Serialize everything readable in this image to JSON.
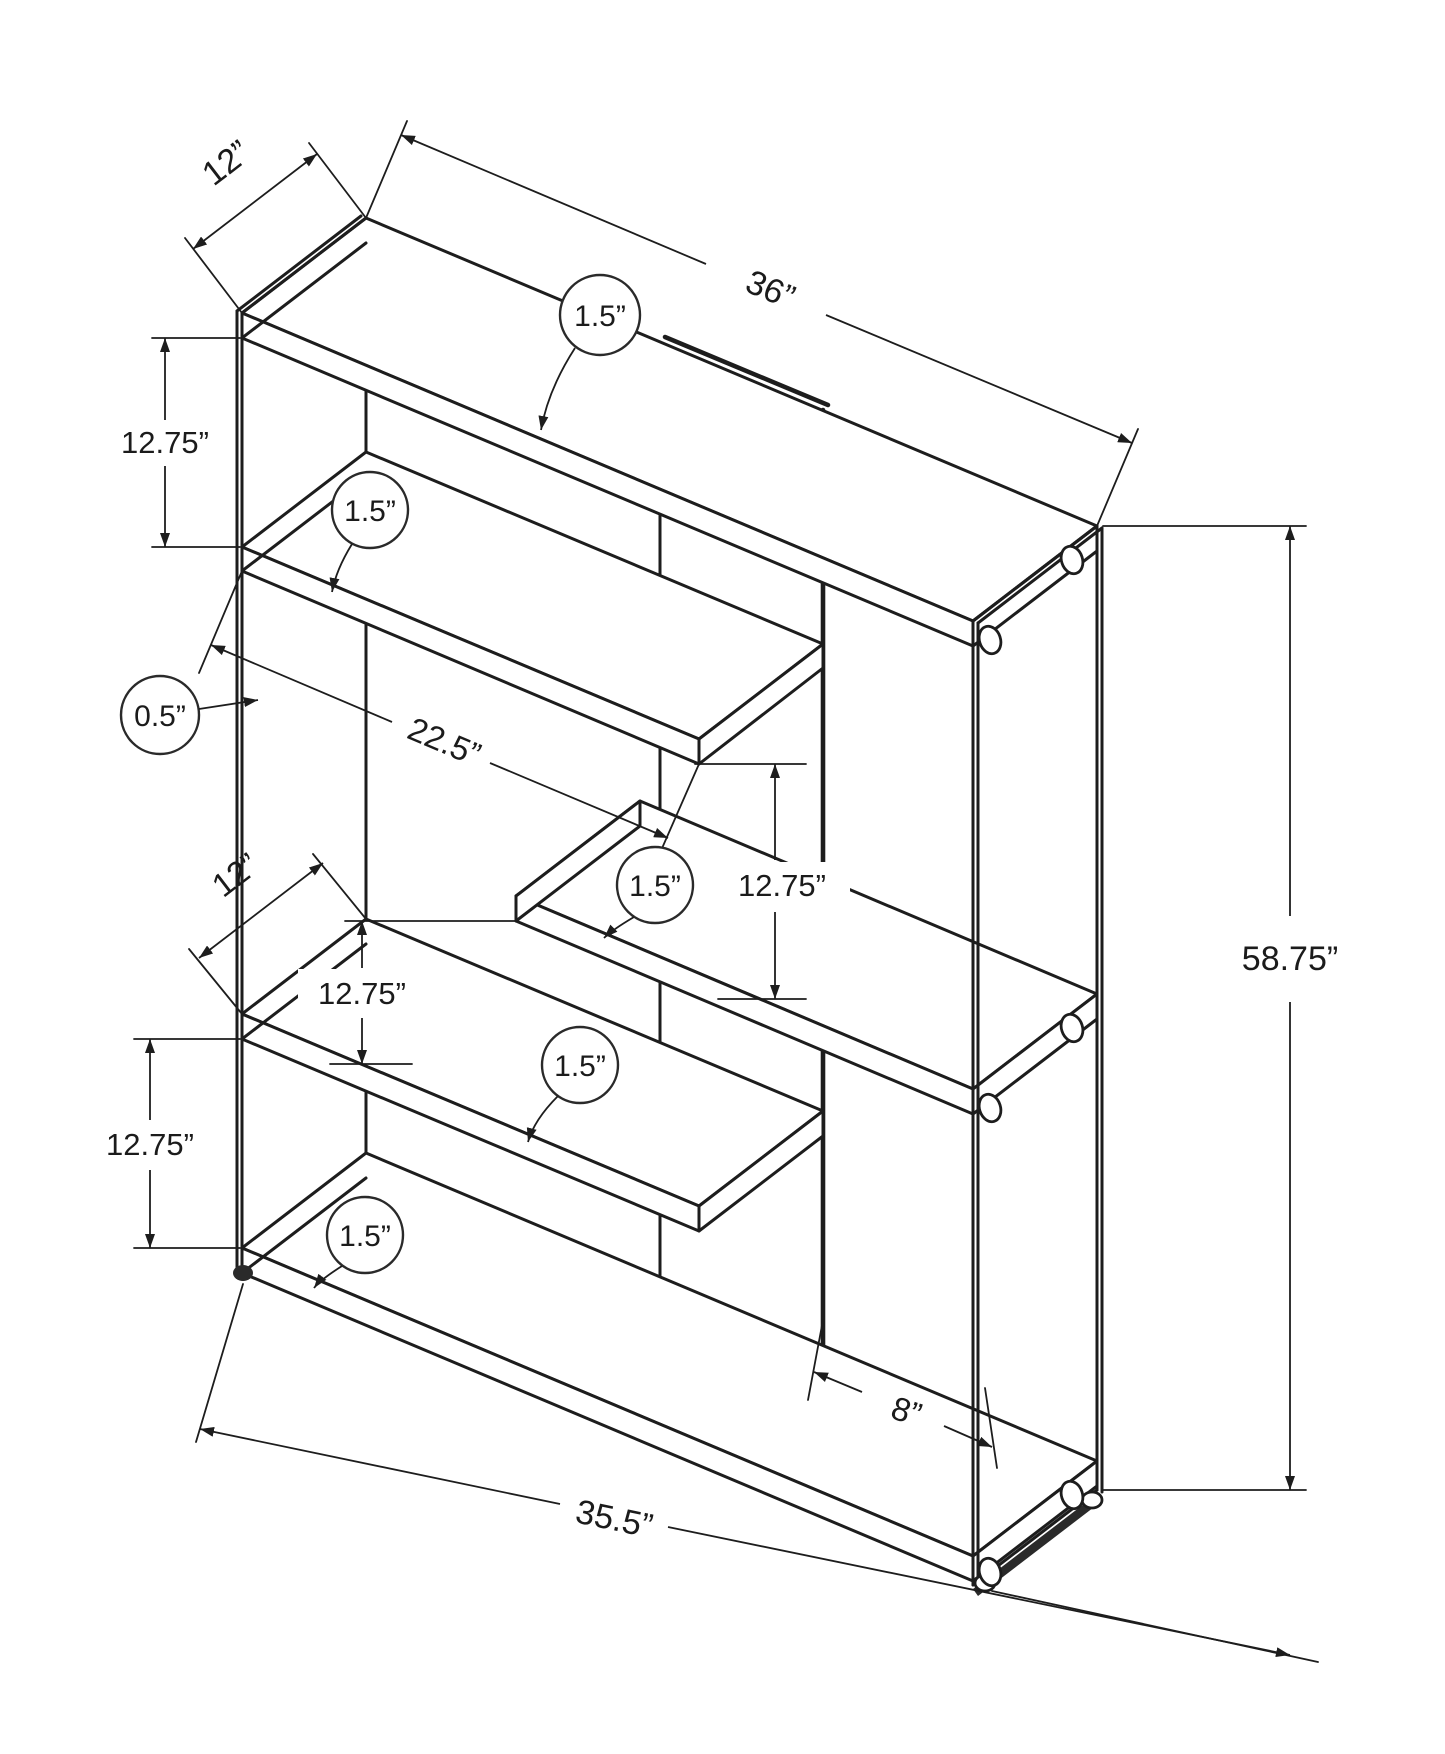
{
  "drawing": {
    "title": "bookcase-dimension-diagram",
    "units": "inches",
    "labels": {
      "width_top": "36”",
      "depth_top": "12”",
      "thickness": "1.5”",
      "spacing": "12.75”",
      "middle_shelf_length": "22.5”",
      "glass_thickness": "0.5”",
      "shelf_depth": "12”",
      "back_gap": "8”",
      "width_bottom": "35.5”",
      "height_overall": "58.75”"
    }
  }
}
